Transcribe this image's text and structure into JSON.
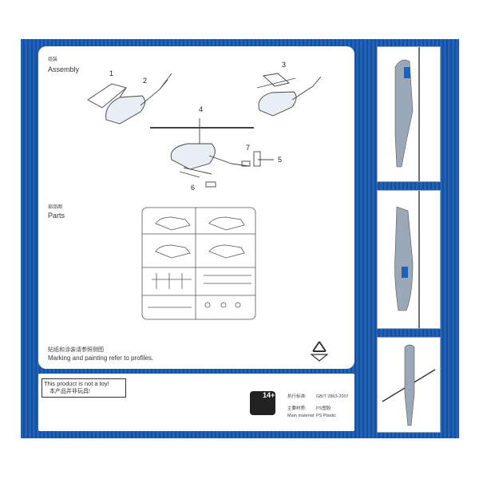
{
  "assembly": {
    "title_cn": "组装",
    "title_en": "Assembly"
  },
  "parts": {
    "title_cn": "部品图",
    "title_en": "Parts"
  },
  "callouts": [
    "1",
    "2",
    "3",
    "4",
    "5",
    "6",
    "7"
  ],
  "marking": {
    "cn": "贴纸和涂装请参照侧图",
    "en": "Marking and painting refer to profiles."
  },
  "warning": {
    "en": "This product is not a toy!",
    "cn": "本产品并非玩具!"
  },
  "age": "14+",
  "standard": {
    "label": "执行标准:",
    "value": "GB/T 2863-2007"
  },
  "material": {
    "cn_label": "主要材质:",
    "cn_value": "PS塑胶",
    "en_label": "Main material:",
    "en_value": "PS Plastic"
  },
  "icons": [
    "recycle-icon",
    "helicopter-assembly-drawing",
    "sprue-drawing",
    "helicopter-profile"
  ],
  "colors": {
    "sheet_blue": "#1f63b9",
    "panel": "#ffffff"
  }
}
